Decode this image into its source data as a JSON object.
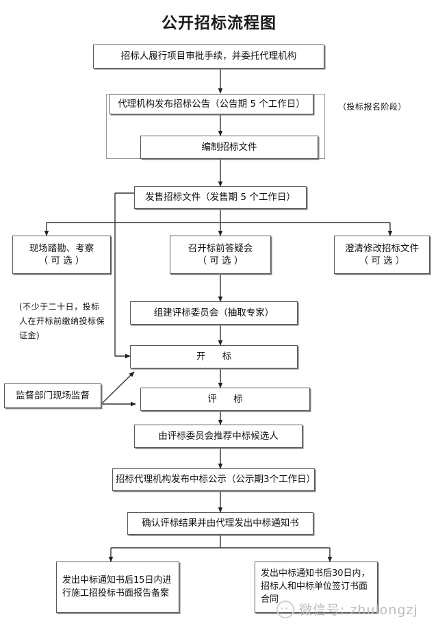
{
  "diagram": {
    "title": "公开招标流程图",
    "nodes": {
      "n1": "招标人履行项目审批手续，并委托代理机构",
      "n2": "代理机构发布招标公告（公告期 5 个工作日）",
      "n3": "编制招标文件",
      "n4": "发售招标文件（发售期 5 个工作日）",
      "n5a": "现场踏勘、考察\n（ 可  选 ）",
      "n5b": "召开标前答疑会\n（ 可  选 ）",
      "n5c": "澄清修改招标文件\n（ 可  选 ）",
      "n6": "组建评标委员会（抽取专家）",
      "n7": "开    标",
      "n8": "评    标",
      "n9": "监督部门现场监督",
      "n10": "由评标委员会推荐中标候选人",
      "n11": "招标代理机构发布中标公示（公示期3个工作日）",
      "n12": "确认评标结果并由代理发出中标通知书",
      "n13": "发出中标通知书后15日内进行施工招投标书面报告备案",
      "n14": "发出中标通知书后30日内，招标人和中标单位签订书面合同"
    },
    "notes": {
      "stage_label": "（投标报名阶段）",
      "deposit_note": "(不少于二十日，投标人在开标前缴纳投标保证金)"
    },
    "watermark": {
      "icon": "chat-bubble-icon",
      "text": "微信号: zhulongzj"
    },
    "colors": {
      "node_border": "#5a5a5a",
      "node_shadow": "#7a7a7a",
      "group_border": "#9a9a9a",
      "line": "#333333",
      "text": "#111111",
      "watermark": "#b8b8b8",
      "background": "#ffffff"
    }
  }
}
